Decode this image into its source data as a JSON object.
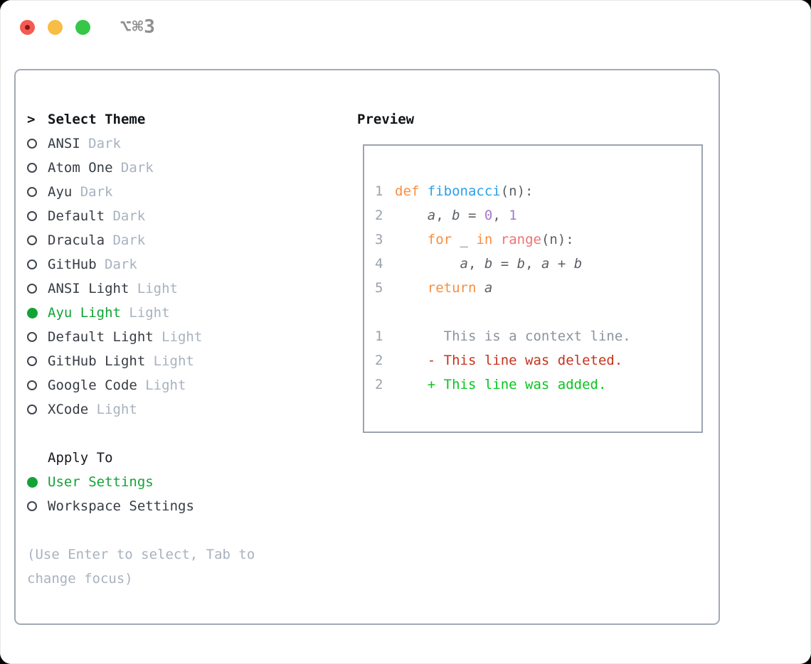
{
  "window": {
    "title": "⌥⌘3",
    "traffic_lights": [
      "close-button",
      "minimize-button",
      "zoom-button"
    ]
  },
  "theme_panel": {
    "header": {
      "marker": ">",
      "label": "Select Theme"
    },
    "themes": [
      {
        "name": "ANSI",
        "variant": "Dark",
        "selected": false
      },
      {
        "name": "Atom One",
        "variant": "Dark",
        "selected": false
      },
      {
        "name": "Ayu",
        "variant": "Dark",
        "selected": false
      },
      {
        "name": "Default",
        "variant": "Dark",
        "selected": false
      },
      {
        "name": "Dracula",
        "variant": "Dark",
        "selected": false
      },
      {
        "name": "GitHub",
        "variant": "Dark",
        "selected": false
      },
      {
        "name": "ANSI Light",
        "variant": "Light",
        "selected": false
      },
      {
        "name": "Ayu Light",
        "variant": "Light",
        "selected": true
      },
      {
        "name": "Default Light",
        "variant": "Light",
        "selected": false
      },
      {
        "name": "GitHub Light",
        "variant": "Light",
        "selected": false
      },
      {
        "name": "Google Code",
        "variant": "Light",
        "selected": false
      },
      {
        "name": "XCode",
        "variant": "Light",
        "selected": false
      }
    ],
    "apply_to": {
      "label": "Apply To",
      "options": [
        {
          "name": "User Settings",
          "selected": true
        },
        {
          "name": "Workspace Settings",
          "selected": false
        }
      ]
    },
    "hint_lines": [
      "(Use Enter to select, Tab to",
      "change focus)"
    ]
  },
  "preview": {
    "label": "Preview",
    "lines": [
      {
        "num": "1",
        "tokens": [
          [
            "def",
            "keyword"
          ],
          [
            " ",
            "plain"
          ],
          [
            "fibonacci",
            "function"
          ],
          [
            "(n):",
            "plain"
          ]
        ]
      },
      {
        "num": "2",
        "tokens": [
          [
            "    ",
            "plain"
          ],
          [
            "a",
            "variable"
          ],
          [
            ", ",
            "plain"
          ],
          [
            "b",
            "variable"
          ],
          [
            " = ",
            "plain"
          ],
          [
            "0",
            "number"
          ],
          [
            ", ",
            "plain"
          ],
          [
            "1",
            "number"
          ]
        ]
      },
      {
        "num": "3",
        "tokens": [
          [
            "    ",
            "plain"
          ],
          [
            "for",
            "keyword"
          ],
          [
            " _ ",
            "plain"
          ],
          [
            "in",
            "keyword"
          ],
          [
            " ",
            "plain"
          ],
          [
            "range",
            "builtin"
          ],
          [
            "(n):",
            "plain"
          ]
        ]
      },
      {
        "num": "4",
        "tokens": [
          [
            "        ",
            "plain"
          ],
          [
            "a",
            "variable"
          ],
          [
            ", ",
            "plain"
          ],
          [
            "b",
            "variable"
          ],
          [
            " = ",
            "plain"
          ],
          [
            "b",
            "variable"
          ],
          [
            ", ",
            "plain"
          ],
          [
            "a",
            "variable"
          ],
          [
            " + ",
            "plain"
          ],
          [
            "b",
            "variable"
          ]
        ]
      },
      {
        "num": "5",
        "tokens": [
          [
            "    ",
            "plain"
          ],
          [
            "return",
            "keyword"
          ],
          [
            " ",
            "plain"
          ],
          [
            "a",
            "variable"
          ]
        ]
      },
      {
        "num": "",
        "tokens": []
      },
      {
        "num": "1",
        "tokens": [
          [
            "      This is a context line.",
            "context"
          ]
        ]
      },
      {
        "num": "2",
        "tokens": [
          [
            "    - This line was deleted.",
            "deleted"
          ]
        ]
      },
      {
        "num": "2",
        "tokens": [
          [
            "    + This line was added.",
            "added"
          ]
        ]
      }
    ]
  },
  "colors": {
    "selected_green": "#12a337",
    "item_text": "#373c44",
    "muted_text": "#a8b2be",
    "panel_border": "#a3aab6",
    "preview_border": "#9ca3af",
    "keyword_orange": "#fa8d3e",
    "function_blue": "#2aa0e8",
    "builtin_coral": "#f07171",
    "number_purple": "#a37acc",
    "code_text": "#5b6066",
    "line_number": "#9aa2ac",
    "diff_context": "#8b939d",
    "diff_deleted": "#c4331d",
    "diff_added": "#0ac41e",
    "traffic_red": "#f35b52",
    "traffic_yellow": "#f7bd44",
    "traffic_green": "#36c749",
    "title_gray": "#8f8f8f"
  }
}
